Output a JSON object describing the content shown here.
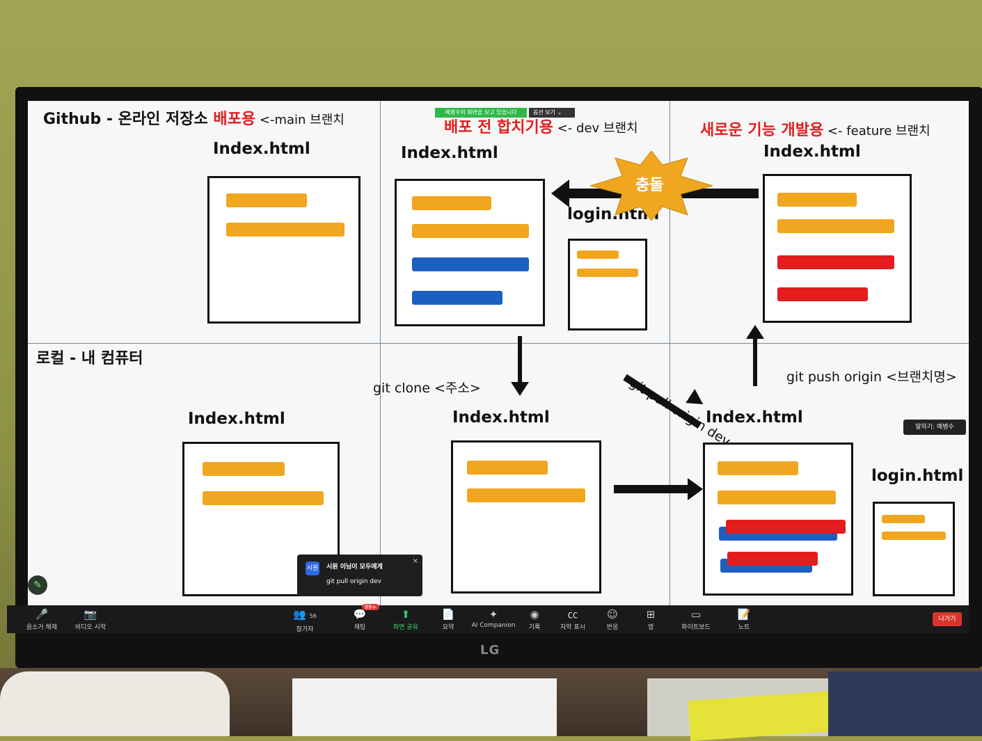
{
  "top_left": {
    "prefix": "Github - 온라인 저장소 ",
    "purpose": "배포용",
    "arrow": " <-",
    "branch": "main 브랜치"
  },
  "top_mid": {
    "purpose": "배포 전 합치기용",
    "arrow": " <-",
    "branch": " dev 브랜치"
  },
  "top_right": {
    "purpose": "새로운 기능 개발용",
    "arrow": " <- ",
    "branch": "feature 브랜치"
  },
  "local_title": "로컬 - 내 컴퓨터",
  "labels": {
    "index": "Index.html",
    "login_top": "login.html",
    "login_bottom": "login.html"
  },
  "conflict": "충돌",
  "commands": {
    "clone": "git clone <주소>",
    "pull": "git pull origin dev",
    "push": "git push origin <브랜치명>"
  },
  "zoom": {
    "share_banner": "예병수의 화면을 보고 있습니다",
    "view_options": "옵션 보기",
    "speaker": "말하기: 예병수",
    "chat": {
      "avatar": "시원",
      "from": "시원 이님이 모두에게",
      "message": "git pull origin dev",
      "close": "×"
    },
    "toolbar": {
      "mute": "음소거 해제",
      "video": "비디오 시작",
      "participants": "참가자",
      "participants_count": "56",
      "chat": "채팅",
      "chat_badge": "99+",
      "share": "화면 공유",
      "summary": "요약",
      "ai": "AI Companion",
      "record": "기록",
      "captions": "자막 표시",
      "reactions": "반응",
      "apps": "앱",
      "whiteboard": "화이트보드",
      "notes": "노트",
      "leave": "나가기"
    }
  },
  "monitor_brand": "LG",
  "colors": {
    "yellow": "#f0a61f",
    "blue": "#1c5fc2",
    "red": "#e31d1d",
    "zoom_green": "#2fb84a"
  }
}
